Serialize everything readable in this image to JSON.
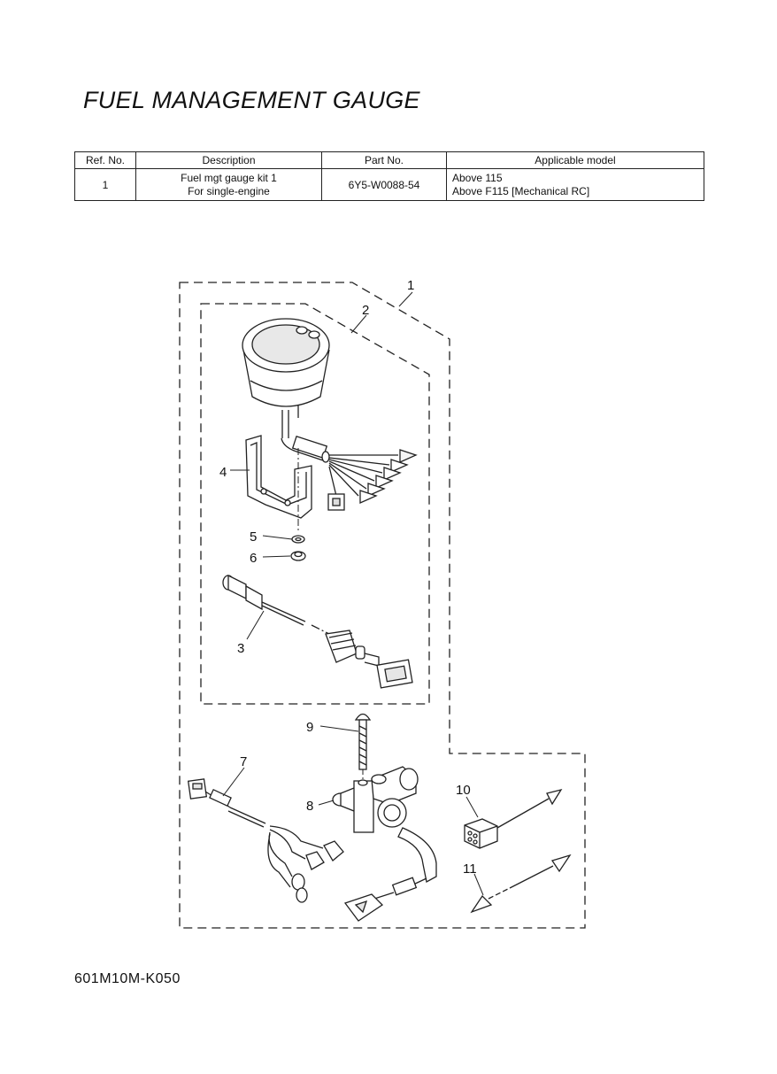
{
  "title": "FUEL MANAGEMENT GAUGE",
  "table": {
    "headers": [
      "Ref. No.",
      "Description",
      "Part No.",
      "Applicable model"
    ],
    "rows": [
      {
        "ref": "1",
        "description_line1": "Fuel mgt gauge kit 1",
        "description_line2": "For single-engine",
        "part_no": "6Y5-W0088-54",
        "model_line1": "Above 115",
        "model_line2": "Above F115 [Mechanical RC]"
      }
    ]
  },
  "callouts": [
    "1",
    "2",
    "3",
    "4",
    "5",
    "6",
    "7",
    "8",
    "9",
    "10",
    "11"
  ],
  "footer_code": "601M10M-K050"
}
